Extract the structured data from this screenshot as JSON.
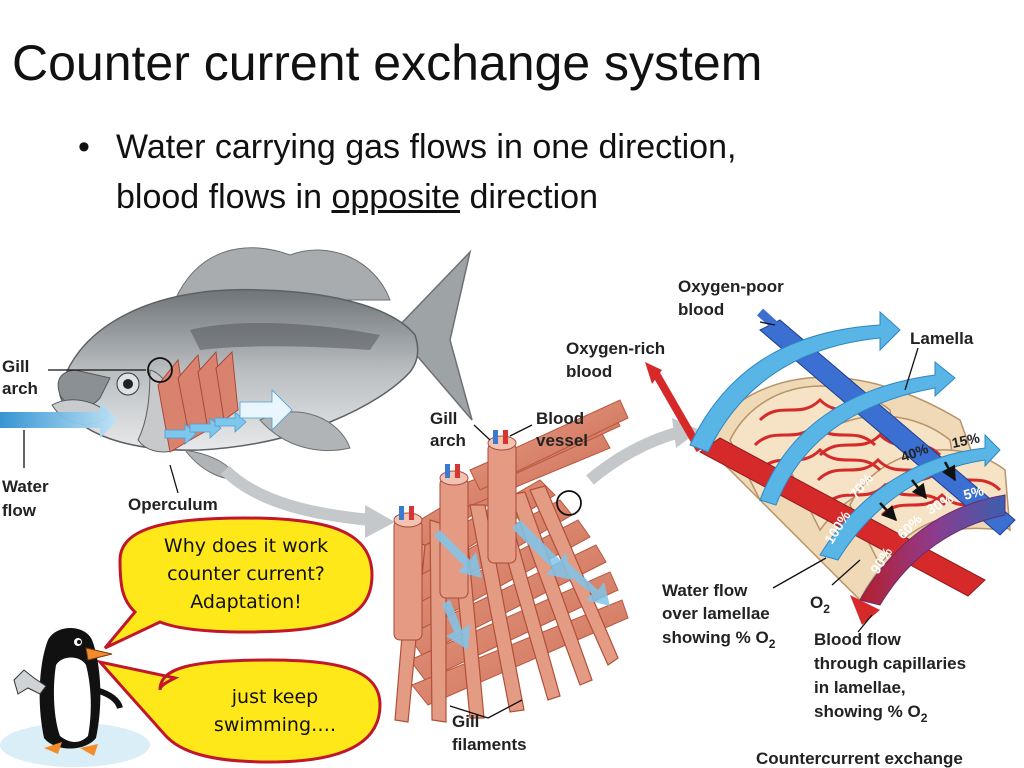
{
  "slide": {
    "title": "Counter current exchange system",
    "bullet": {
      "symbol": "•",
      "line1": "Water carrying gas flows in one direction,",
      "line2_pre": "blood flows in ",
      "line2_underlined": "opposite",
      "line2_post": " direction"
    }
  },
  "fish_labels": {
    "gill_arch_1": "Gill",
    "gill_arch_2": "arch",
    "water_flow_1": "Water",
    "water_flow_2": "flow",
    "operculum": "Operculum"
  },
  "gill_labels": {
    "gill_arch_1": "Gill",
    "gill_arch_2": "arch",
    "blood_vessel_1": "Blood",
    "blood_vessel_2": "vessel",
    "gill_filaments_1": "Gill",
    "gill_filaments_2": "filaments"
  },
  "lamella_labels": {
    "oxygen_poor_1": "Oxygen-poor",
    "oxygen_poor_2": "blood",
    "oxygen_rich_1": "Oxygen-rich",
    "oxygen_rich_2": "blood",
    "lamella": "Lamella",
    "water_flow_1": "Water flow",
    "water_flow_2": "over lamellae",
    "water_flow_3": "showing % O",
    "water_flow_3_sub": "2",
    "o2": "O",
    "o2_sub": "2",
    "blood_flow_1": "Blood flow",
    "blood_flow_2": "through capillaries",
    "blood_flow_3": "in lamellae,",
    "blood_flow_4": "showing % O",
    "blood_flow_4_sub": "2",
    "caption": "Countercurrent exchange"
  },
  "water_percentages": [
    "100%",
    "70%",
    "40%",
    "15%"
  ],
  "blood_percentages": [
    "90%",
    "60%",
    "30%",
    "5%"
  ],
  "bubbles": {
    "question_1": "Why does it work",
    "question_2": "counter current?",
    "question_3": "Adaptation!",
    "answer_1": "just keep",
    "answer_2": "swimming…."
  },
  "colors": {
    "water_blue": "#3aa0dc",
    "blood_red": "#d62a2a",
    "bubble_fill": "#ffe81a",
    "bubble_border": "#c0182a"
  }
}
